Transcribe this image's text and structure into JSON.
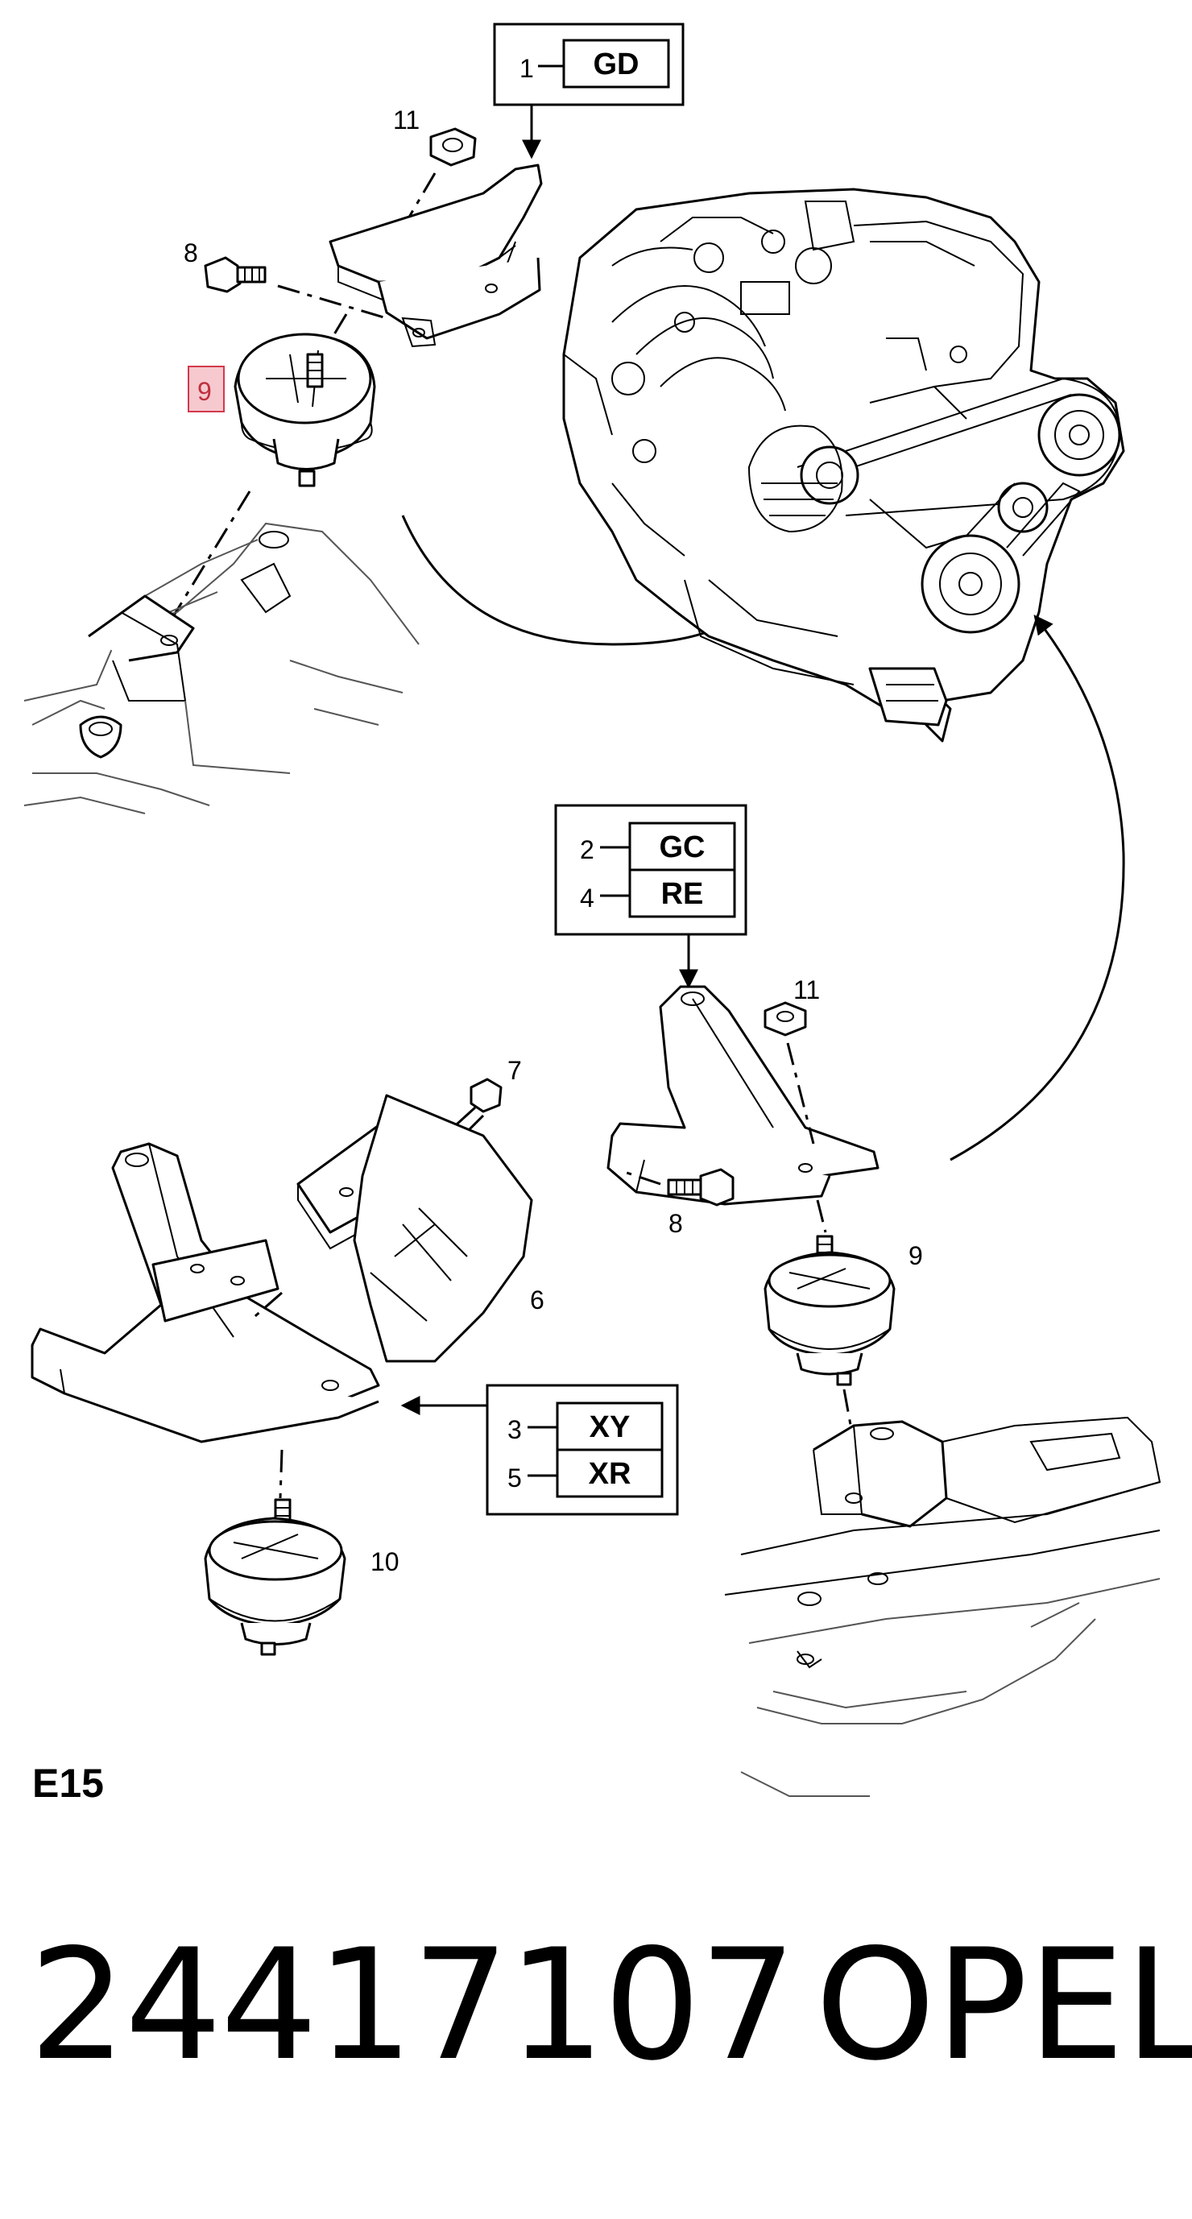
{
  "diagram": {
    "callouts": {
      "c1": "1",
      "c2": "2",
      "c3": "3",
      "c4": "4",
      "c5": "5",
      "c6": "6",
      "c7": "7",
      "c8_top": "8",
      "c8_mid": "8",
      "c9_top": "9",
      "c9_mid": "9",
      "c10": "10",
      "c11_top": "11",
      "c11_mid": "11"
    },
    "codes": {
      "gd": "GD",
      "gc": "GC",
      "re": "RE",
      "xy": "XY",
      "xr": "XR"
    },
    "highlight_color": "#f6c9cf"
  },
  "footer": {
    "section_code": "E15",
    "part_number": "24417107",
    "brand": "OPEL"
  }
}
